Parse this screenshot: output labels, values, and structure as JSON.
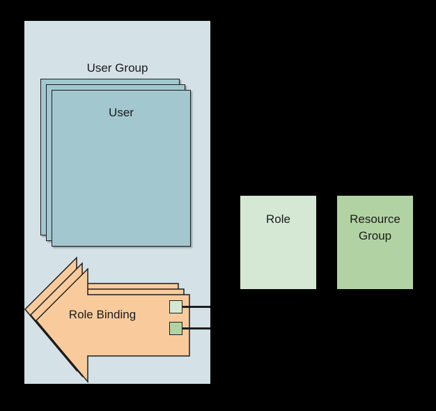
{
  "diagram": {
    "title": "RBAC user group role binding diagram",
    "background_color": "#000000",
    "user_group": {
      "label": "User Group",
      "fill": "#d4e1e6",
      "user_card": {
        "label": "User",
        "fill": "#a3c7ce",
        "stroke": "#1d1d1d",
        "stack_count": 3
      },
      "role_binding": {
        "label": "Role Binding",
        "fill": "#f9cb9c",
        "stroke": "#1d1d1d",
        "stack_count": 3,
        "shape": "left-arrow",
        "ports": [
          {
            "name": "role-port",
            "color": "#d5e8d4"
          },
          {
            "name": "resource-group-port",
            "color": "#b1d3a4"
          }
        ]
      }
    },
    "nodes": [
      {
        "id": "role",
        "label": "Role",
        "fill": "#d5e8d4"
      },
      {
        "id": "resource_group",
        "label": "Resource\nGroup",
        "fill": "#b1d3a4"
      }
    ],
    "edges": [
      {
        "from": "role-port",
        "to": "role"
      },
      {
        "from": "resource-group-port",
        "to": "resource_group"
      }
    ]
  }
}
